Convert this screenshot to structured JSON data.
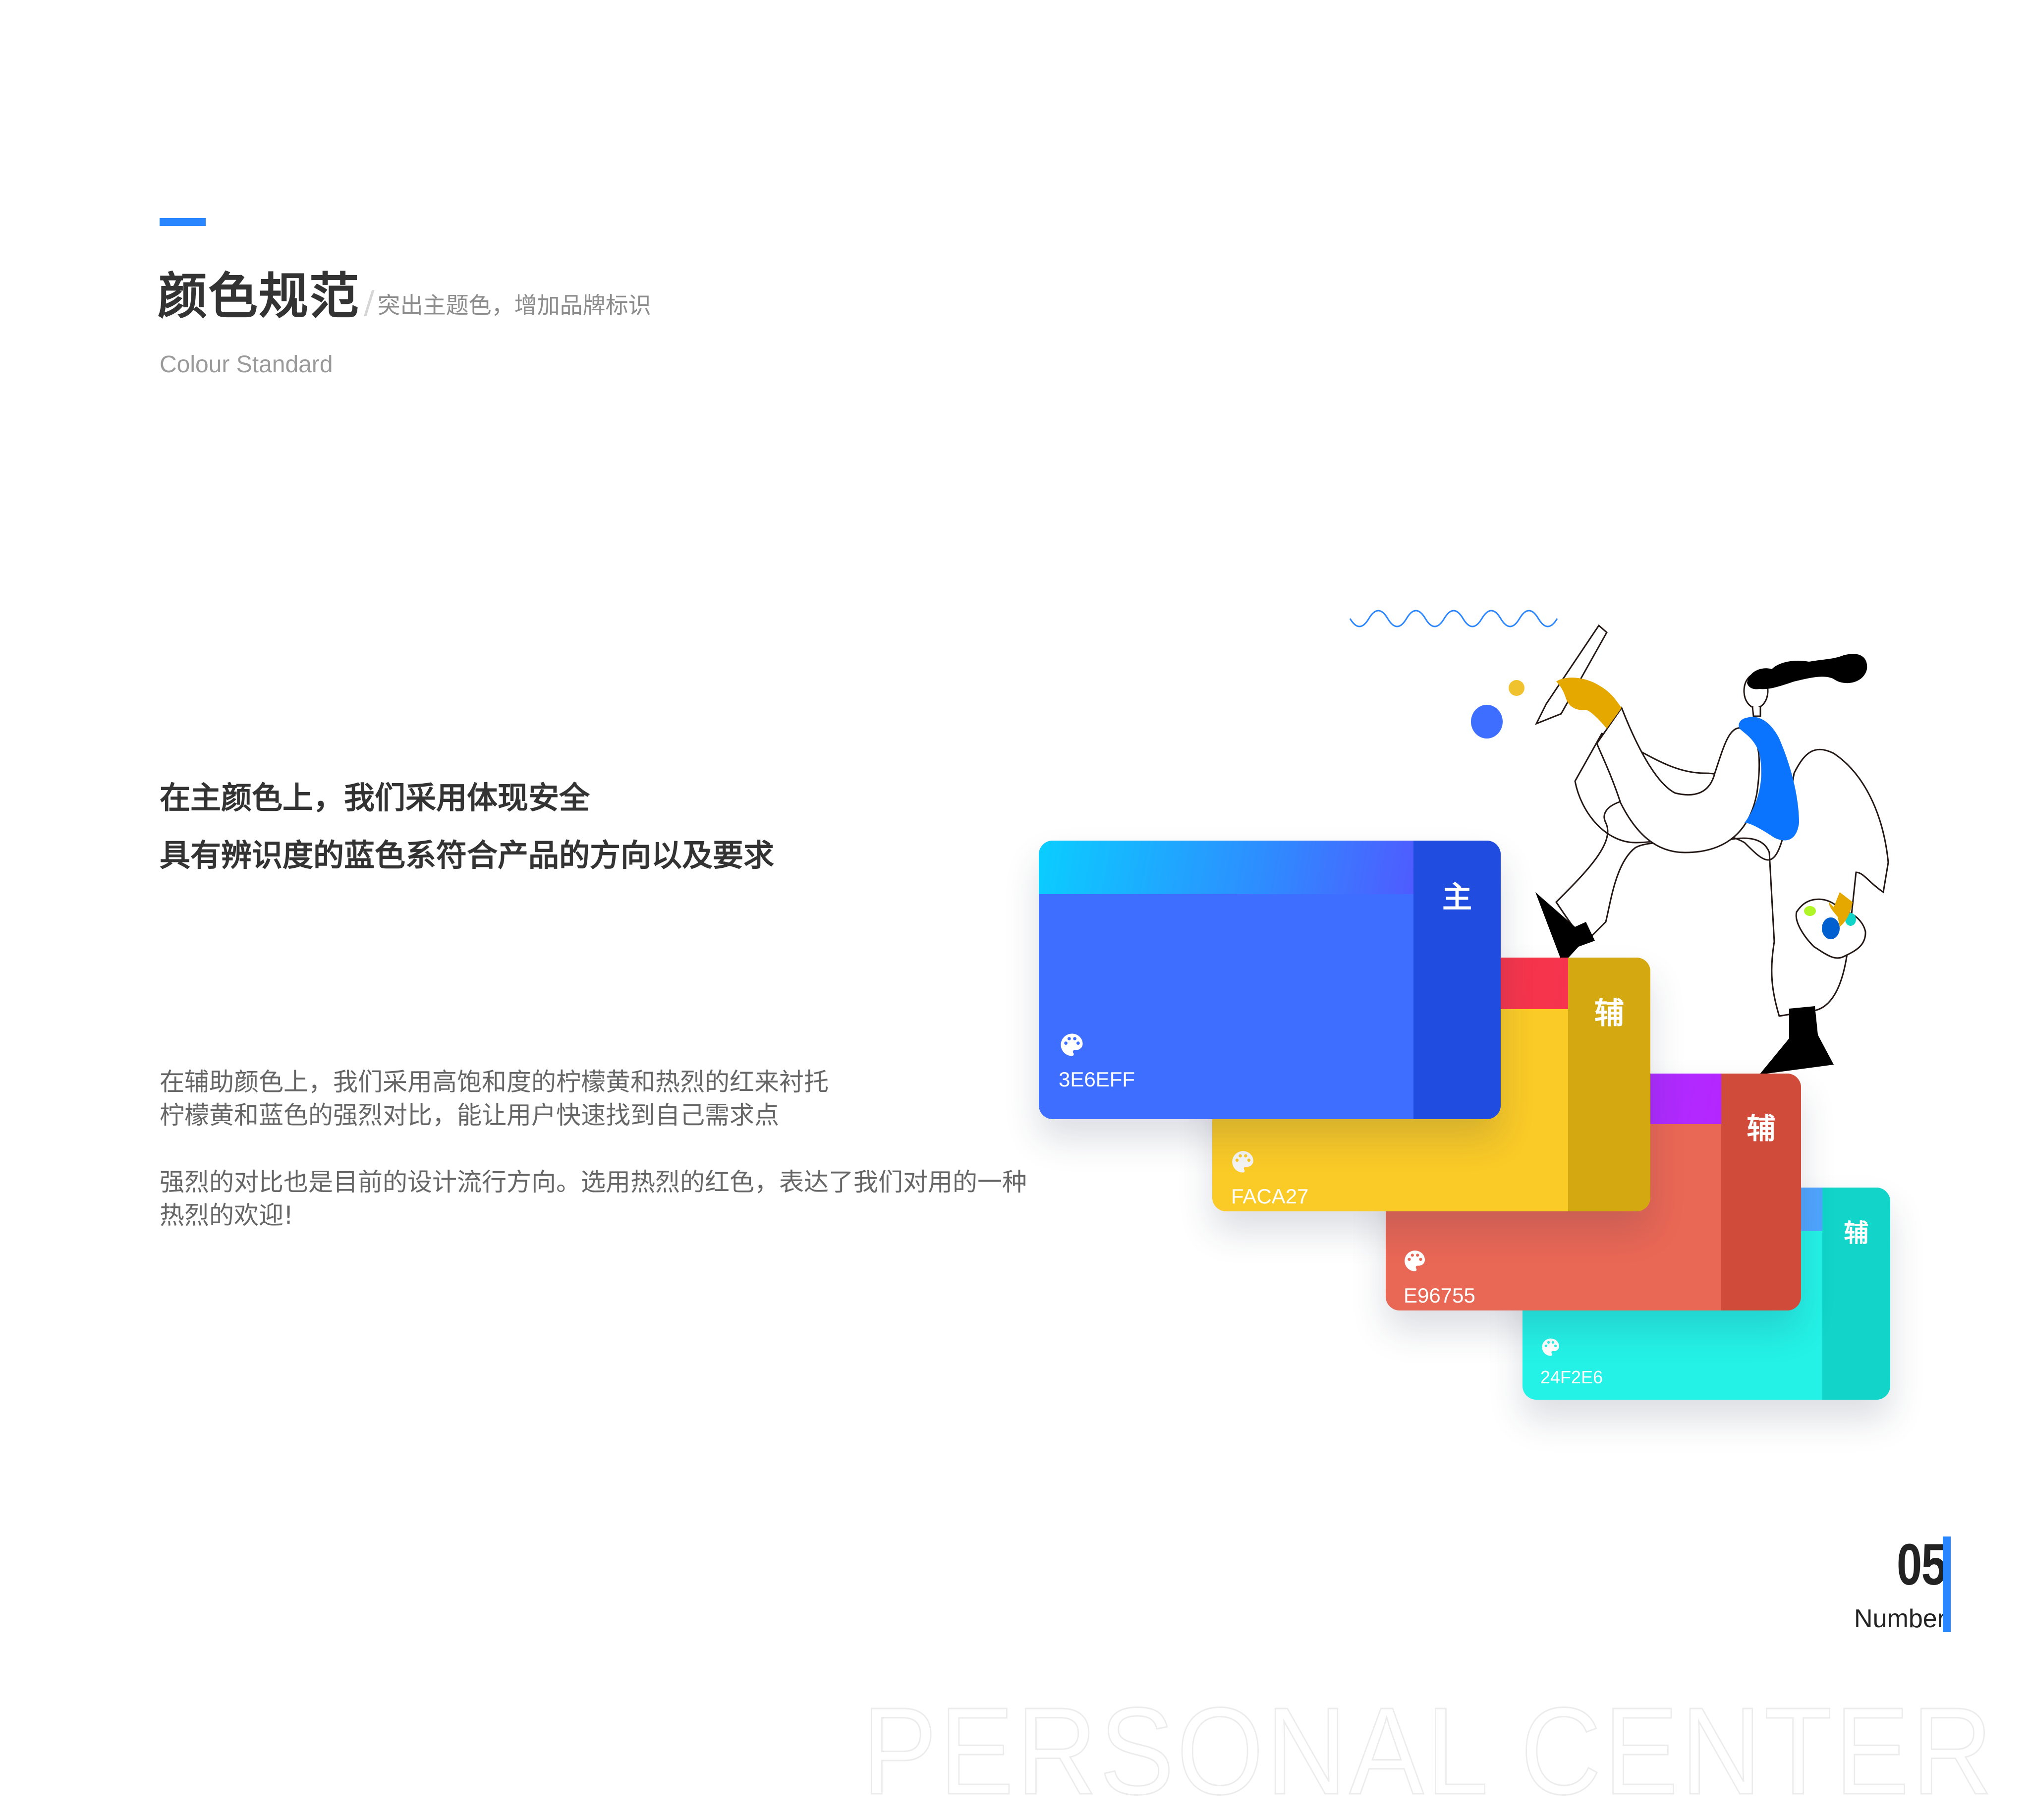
{
  "header": {
    "title": "颜色规范",
    "separator": "/",
    "subtitle": "突出主题色，增加品牌标识",
    "title_en": "Colour Standard",
    "accent_color": "#2A86FF"
  },
  "lead": {
    "lines": [
      "在主颜色上，我们采用体现安全",
      "具有辨识度的蓝色系符合产品的方向以及要求"
    ]
  },
  "body": {
    "paragraph1": [
      "在辅助颜色上，我们采用高饱和度的柠檬黄和热烈的红来衬托",
      "柠檬黄和蓝色的强烈对比，能让用户快速找到自己需求点"
    ],
    "paragraph2": [
      "强烈的对比也是目前的设计流行方向。选用热烈的红色，表达了我们对用的一种",
      "热烈的欢迎!"
    ]
  },
  "cards": [
    {
      "role": "主",
      "hex": "3E6EFF",
      "icon": "palette-icon",
      "base": "#3E6EFF",
      "stripe": "#204DDF",
      "band_from": "#0ACEFF",
      "band_to": "#4F5BFF"
    },
    {
      "role": "辅",
      "hex": "FACA27",
      "icon": "palette-icon",
      "base": "#FACA27",
      "stripe": "#D4A810",
      "band_from": "#E83E47",
      "band_to": "#F7334D"
    },
    {
      "role": "辅",
      "hex": "E96755",
      "icon": "palette-icon",
      "base": "#E96755",
      "stripe": "#D04B3A",
      "band_from": "#8F40F5",
      "band_to": "#B526FF"
    },
    {
      "role": "辅",
      "hex": "24F2E6",
      "icon": "palette-icon",
      "base": "#24F2E6",
      "stripe": "#12D4C8",
      "band_from": "#5DB0F0",
      "band_to": "#4FA5FF"
    }
  ],
  "page": {
    "number": "05",
    "label": "Number",
    "bar_color": "#2A86FF"
  },
  "watermark": "PERSONAL   CENTER"
}
